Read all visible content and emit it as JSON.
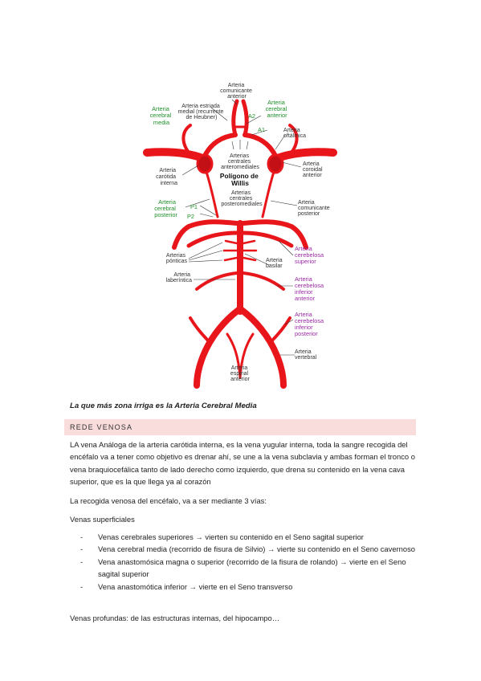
{
  "diagram": {
    "labels": {
      "comunicante_anterior": [
        "Arteria",
        "comunicante",
        "anterior"
      ],
      "cerebral_media": [
        "Arteria",
        "cerebral",
        "media"
      ],
      "estriada_medial": [
        "Arteria estriada",
        "medial (recurrente",
        "de Heubner)"
      ],
      "a2": "A2",
      "cerebral_anterior": [
        "Arteria",
        "cerebral",
        "anterior"
      ],
      "a1": "A1",
      "oftalmica": [
        "Arteria",
        "oftálmica"
      ],
      "centrales_anteromediales": [
        "Arterias",
        "centrales",
        "anteromediales"
      ],
      "poligono": [
        "Polígono de",
        "Willis"
      ],
      "carotida_interna": [
        "Arteria",
        "carótida",
        "interna"
      ],
      "coroidal_anterior": [
        "Arteria",
        "coroidal",
        "anterior"
      ],
      "centrales_posteromediales": [
        "Arterias",
        "centrales",
        "posteromediales"
      ],
      "cerebral_posterior": [
        "Arteria",
        "cerebral",
        "posterior"
      ],
      "p1": "P1",
      "p2": "P2",
      "comunicante_posterior": [
        "Arteria",
        "comunicante",
        "posterior"
      ],
      "cerebelosa_superior": [
        "Arteria",
        "cerebelosa",
        "superior"
      ],
      "pontinas": [
        "Arterias",
        "pónticas"
      ],
      "basilar": [
        "Arteria",
        "basilar"
      ],
      "laberintica": [
        "Arteria",
        "laberíntica"
      ],
      "cerebelosa_inferior_anterior": [
        "Arteria",
        "cerebelosa",
        "inferior",
        "anterior"
      ],
      "cerebelosa_inferior_posterior": [
        "Arteria",
        "cerebelosa",
        "inferior",
        "posterior"
      ],
      "vertebral": [
        "Arteria",
        "vertebral"
      ],
      "espinal_anterior": [
        "Arteria",
        "espinal",
        "anterior"
      ]
    },
    "colors": {
      "artery": "#e8161b",
      "green": "#1f8f2a",
      "purple": "#9b2aa6"
    }
  },
  "caption": "La que más zona irriga es la Arteria Cerebral Media",
  "section_title": "REDE VENOSA",
  "paragraph1": "LA vena Análoga de la arteria carótida interna, es la vena yugular interna, toda la sangre recogida del encéfalo va a tener como objetivo es drenar ahí, se une a la vena subclavia y ambas forman el tronco o vena braquiocefálica tanto de lado derecho como izquierdo, que drena su contenido en la vena cava superior, que es la que llega ya al corazón",
  "paragraph2": "La recogida venosa del encéfalo, va a ser mediante 3 vías:",
  "subheading": "Venas superficiales",
  "veins": [
    "Venas cerebrales superiores → vierten su contenido en el Seno sagital superior",
    "Vena cerebral media (recorrido de fisura de Silvio) → vierte su contenido en el Seno cavernoso",
    "Vena anastomósica magna o superior (recorrido de la fisura de rolando) → vierte en el Seno sagital superior",
    "Vena anastomótica inferior → vierte en el Seno transverso"
  ],
  "bullet": "-",
  "paragraph3": "Venas profundas: de las estructuras internas, del hipocampo…"
}
